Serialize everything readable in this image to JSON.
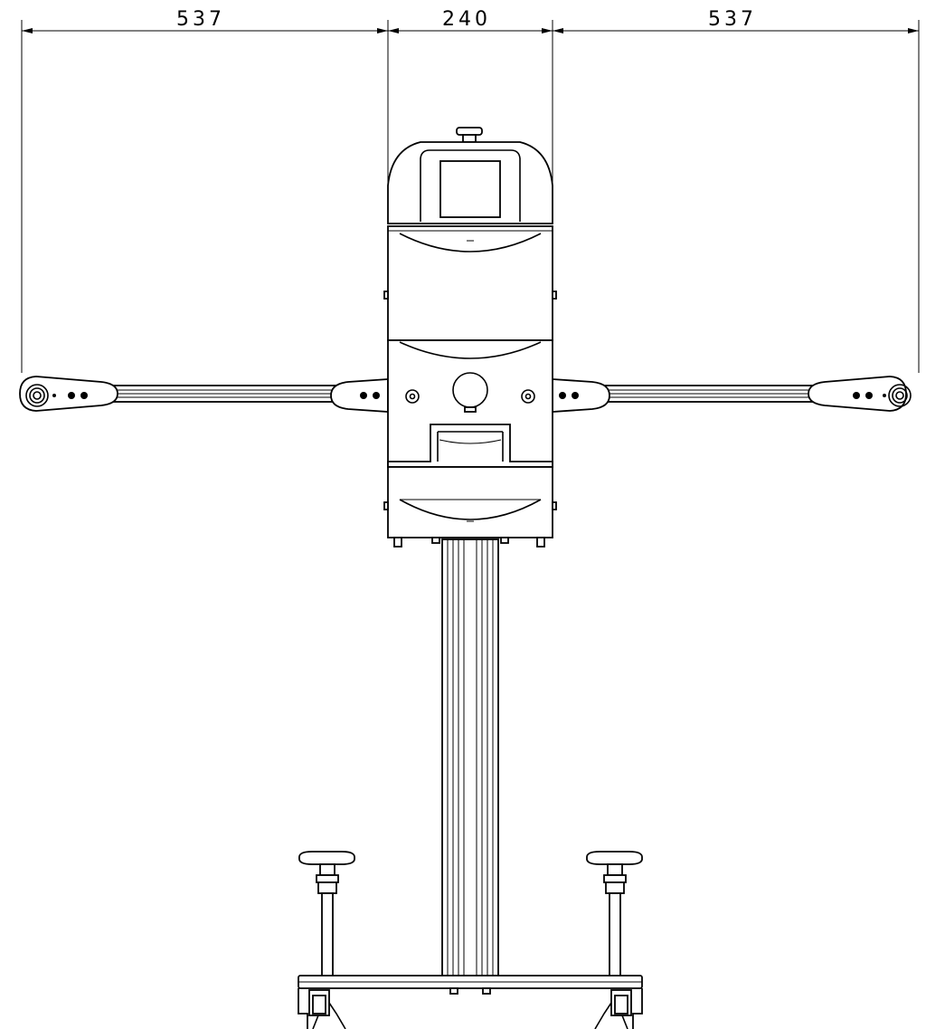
{
  "dimensions": {
    "left_arm": "537",
    "center": "240",
    "right_arm": "537"
  },
  "colors": {
    "line": "#000000",
    "background": "#ffffff"
  }
}
